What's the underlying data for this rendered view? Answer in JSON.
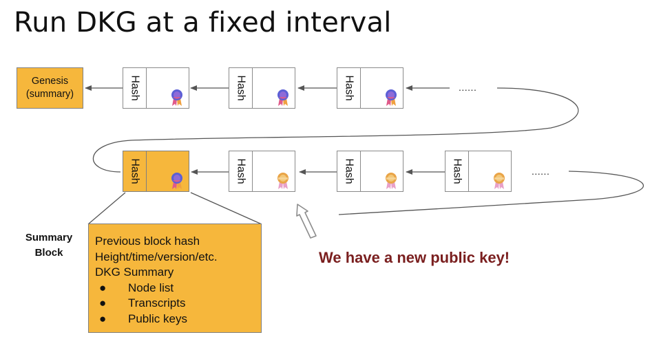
{
  "title": "Run DKG at a fixed interval",
  "genesis": {
    "line1": "Genesis",
    "line2": "(summary)"
  },
  "block": {
    "hash_label": "Hash"
  },
  "chain": {
    "top_row": {
      "ellipsis": "......",
      "blocks": [
        {
          "medal": "purple-medal"
        },
        {
          "medal": "purple-medal"
        },
        {
          "medal": "purple-medal"
        }
      ]
    },
    "bottom_row": {
      "ellipsis": "......",
      "blocks": [
        {
          "style": "summary",
          "medal": "purple-medal"
        },
        {
          "style": "normal",
          "medal": "gold-medal"
        },
        {
          "style": "normal",
          "medal": "gold-medal"
        },
        {
          "style": "normal",
          "medal": "gold-medal"
        }
      ]
    }
  },
  "summary_block": {
    "label_line1": "Summary",
    "label_line2": "Block",
    "lines": [
      "Previous block hash",
      "Height/time/version/etc.",
      "DKG Summary"
    ],
    "bullet_glyph": "●",
    "items": [
      "Node list",
      "Transcripts",
      "Public keys"
    ]
  },
  "announcement": "We have a new public key!",
  "colors": {
    "block_fill": "#f6b73c",
    "announcement_text": "#7a1f1f",
    "connector": "#555555",
    "purple_medal": "#5b5fd6",
    "gold_medal": "#e9a447"
  }
}
